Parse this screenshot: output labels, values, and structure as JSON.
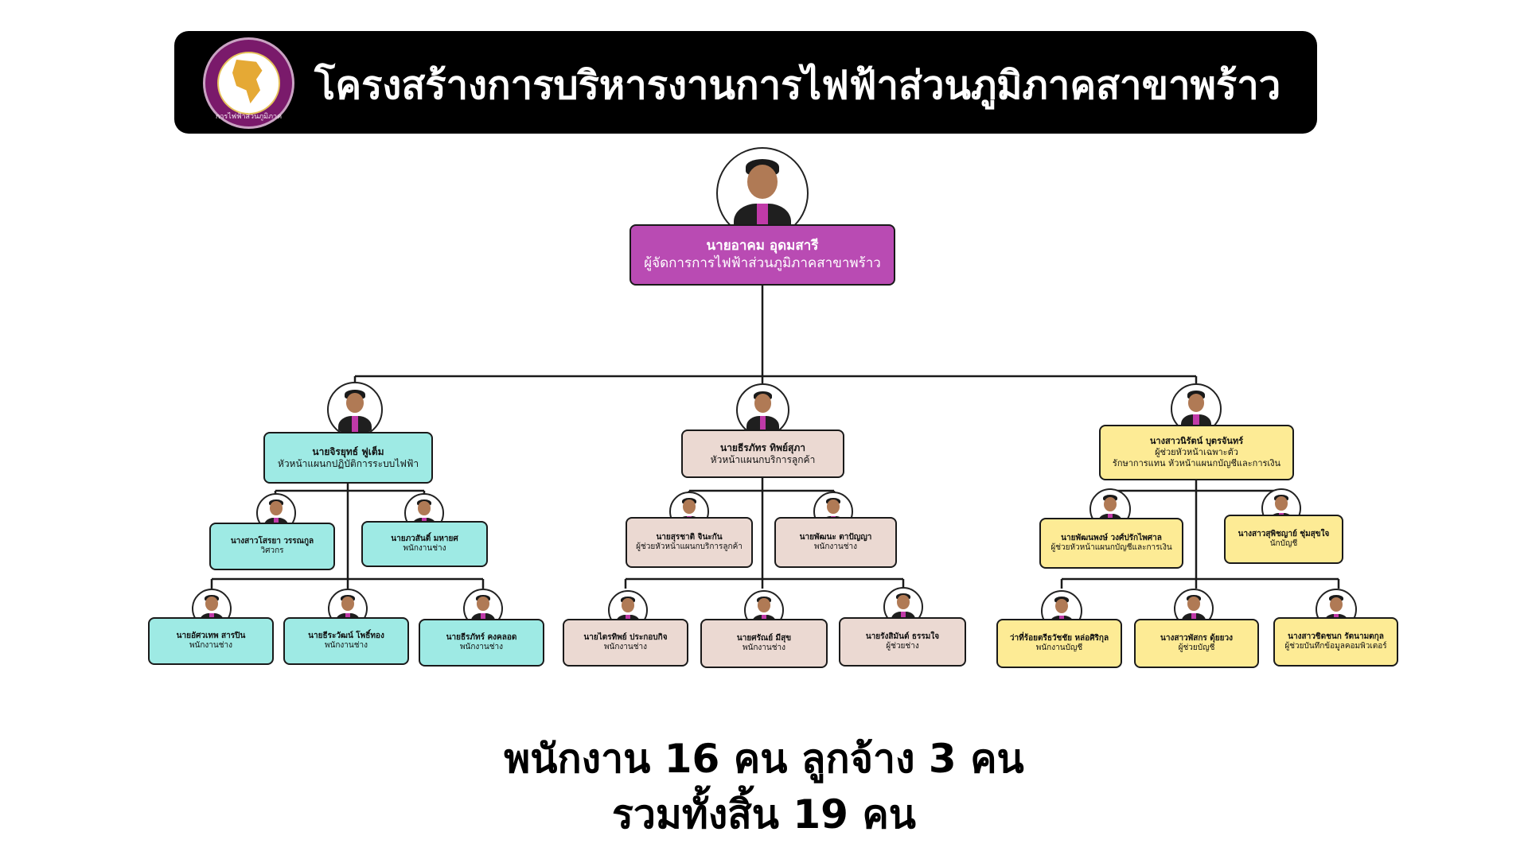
{
  "header": {
    "title": "โครงสร้างการบริหารงานการไฟฟ้าส่วนภูมิภาคสาขาพร้าว",
    "logo_text": "การไฟฟ้าส่วนภูมิภาค"
  },
  "manager": {
    "name": "นายอาคม อุดมสารี",
    "role": "ผู้จัดการการไฟฟ้าส่วนภูมิภาคสาขาพร้าว"
  },
  "departments": [
    {
      "head": {
        "name": "นายจิรยุทธ์ ฟูเต็ม",
        "role": "หัวหน้าแผนกปฏิบัติการระบบไฟฟ้า"
      },
      "row1": [
        {
          "name": "นางสาวโสรยา วรรณกูล",
          "role": "วิศวกร"
        },
        {
          "name": "นายภวสันติ์ มหายศ",
          "role": "พนักงานช่าง"
        }
      ],
      "row2": [
        {
          "name": "นายอัศวเทพ สารปิน",
          "role": "พนักงานช่าง"
        },
        {
          "name": "นายธีระวัฒน์ โพธิ์ทอง",
          "role": "พนักงานช่าง"
        },
        {
          "name": "นายธีรภัทร์ คงคลอด",
          "role": "พนักงานช่าง"
        }
      ]
    },
    {
      "head": {
        "name": "นายธีรภัทร ทิพย์สุภา",
        "role": "หัวหน้าแผนกบริการลูกค้า"
      },
      "row1": [
        {
          "name": "นายสุรชาติ จินะกัน",
          "role": "ผู้ช่วยหัวหน้าแผนกบริการลูกค้า"
        },
        {
          "name": "นายพัฒนะ ตาปัญญา",
          "role": "พนักงานช่าง"
        }
      ],
      "row2": [
        {
          "name": "นายไตรทิพย์ ประกอบกิจ",
          "role": "พนักงานช่าง"
        },
        {
          "name": "นายศรัณย์ มีสุข",
          "role": "พนักงานช่าง"
        },
        {
          "name": "นายรังสิมันต์ ธรรมใจ",
          "role": "ผู้ช่วยช่าง"
        }
      ]
    },
    {
      "head": {
        "name": "นางสาวนิรัตน์ บุตรจันทร์",
        "role": "ผู้ช่วยหัวหน้าเฉพาะตัว",
        "role2": "รักษาการแทน หัวหน้าแผนกบัญชีและการเงิน"
      },
      "row1": [
        {
          "name": "นายพัฒนพงษ์ วงศ์ปรักไพศาล",
          "role": "ผู้ช่วยหัวหน้าแผนกบัญชีและการเงิน"
        },
        {
          "name": "นางสาวสุพิชญาย์ ชุ่มสุขใจ",
          "role": "นักบัญชี"
        }
      ],
      "row2": [
        {
          "name": "ว่าที่ร้อยตรีธวัชชัย หล่อศิริกุล",
          "role": "พนักงานบัญชี"
        },
        {
          "name": "นางสาวพัสกร ดุ้ยยวง",
          "role": "ผู้ช่วยบัญชี"
        },
        {
          "name": "นางสาวชิดชนก รัตนามตกุล",
          "role": "ผู้ช่วยบันทึกข้อมูลคอมพิวเตอร์"
        }
      ]
    }
  ],
  "footer": {
    "line1": "พนักงาน 16 คน ลูกจ้าง 3 คน",
    "line2": "รวมทั้งสิ้น 19 คน"
  }
}
